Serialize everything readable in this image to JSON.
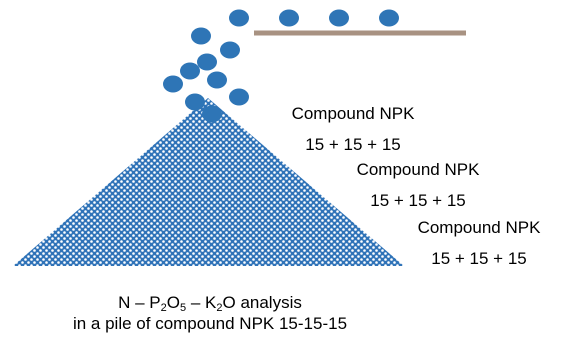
{
  "colors": {
    "granule": "#2E75B6",
    "pile_fill": "#2F73B8",
    "pile_dot": "#FFFFFF",
    "conveyor": "#A89282",
    "text": "#000000"
  },
  "labels": [
    {
      "line1": "Compound NPK",
      "line2": "15 + 15 + 15"
    },
    {
      "line1": "Compound NPK",
      "line2": "15 + 15 + 15"
    },
    {
      "line1": "Compound NPK",
      "line2": "15 + 15 + 15"
    }
  ],
  "caption": {
    "line1": {
      "n": "N",
      "dash1": " – ",
      "p": "P",
      "p_sub": "2",
      "o1": "O",
      "o1_sub": "5",
      "dash2": " – ",
      "k": "K",
      "k_sub": "2",
      "rest": "O analysis"
    },
    "line2": "in a pile of compound NPK 15-15-15"
  }
}
